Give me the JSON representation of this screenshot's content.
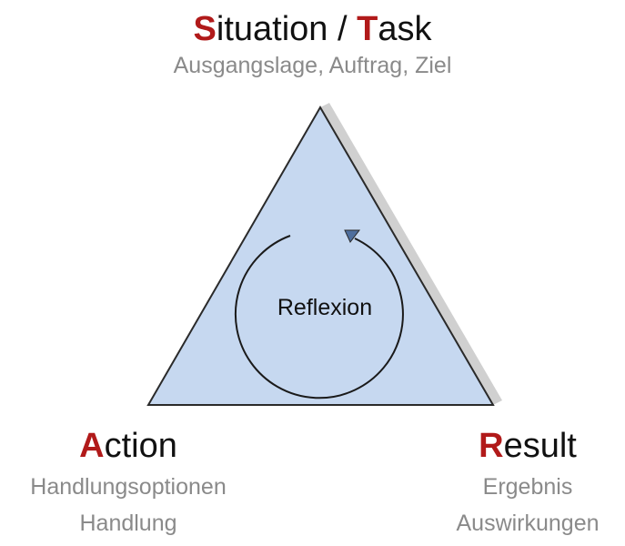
{
  "top": {
    "title_initial_1": "S",
    "title_rest_1": "ituation / ",
    "title_initial_2": "T",
    "title_rest_2": "ask",
    "subtitle": "Ausgangslage, Auftrag, Ziel"
  },
  "action": {
    "title_initial": "A",
    "title_rest": "ction",
    "subtitle_line1": "Handlungsoptionen",
    "subtitle_line2": "Handlung"
  },
  "result": {
    "title_initial": "R",
    "title_rest": "esult",
    "subtitle_line1": "Ergebnis",
    "subtitle_line2": "Auswirkungen"
  },
  "center": {
    "label": "Reflexion"
  },
  "colors": {
    "triangle_fill": "#c6d8f0",
    "triangle_stroke": "#2a2a2a",
    "shadow": "#d0d0d0",
    "initial_red": "#b11a1a",
    "subtitle_gray": "#8a8a8a",
    "arrowhead_fill": "#4f6f9e"
  }
}
